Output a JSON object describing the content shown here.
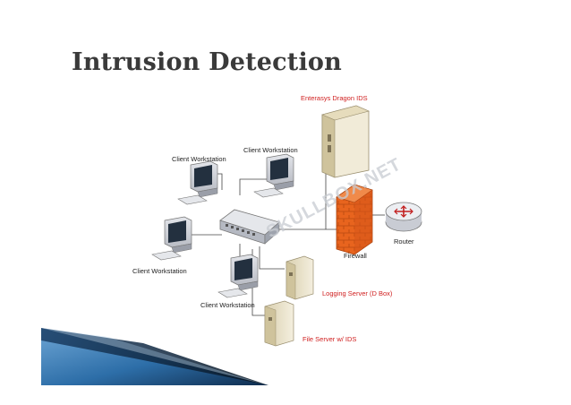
{
  "slide": {
    "title": "Intrusion Detection",
    "watermark": "SKULLBOX.NET"
  },
  "diagram": {
    "labels": {
      "ids": "Enterasys Dragon IDS",
      "client_top_left": "Client Workstation",
      "client_top_right": "Client Workstation",
      "client_left": "Client Workstation",
      "client_bottom": "Client Workstation",
      "firewall": "Firewall",
      "router": "Router",
      "logging_server": "Logging Server (D Box)",
      "file_server": "File Server w/ IDS"
    },
    "colors": {
      "highlight_label": "#d02020",
      "plain_label": "#222222",
      "firewall": "#e8641e",
      "router": "#e8eaef",
      "accent_band": "#2d6ea8"
    }
  }
}
